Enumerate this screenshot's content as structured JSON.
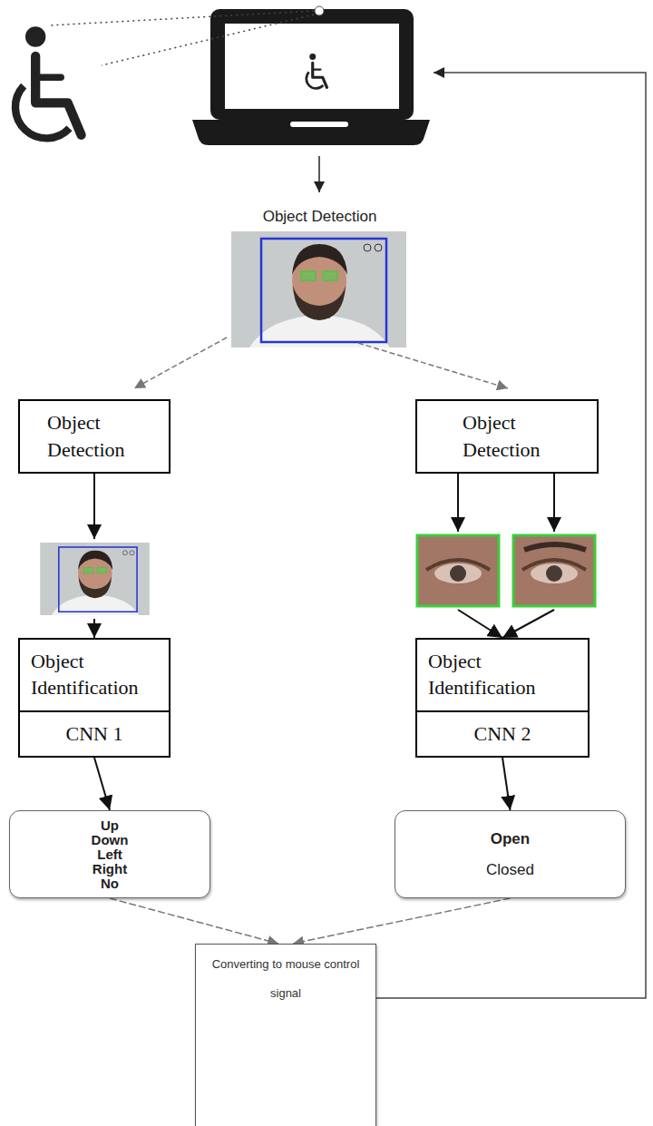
{
  "diagram": {
    "nodes": [
      {
        "text": [
          "Object Detection"
        ]
      },
      {
        "text": [
          "Object Detection"
        ]
      },
      {
        "text": [
          "Object Identification"
        ]
      },
      {
        "text": [
          "CNN 1"
        ]
      },
      {
        "text": [
          "Object Identification"
        ]
      },
      {
        "text": [
          "CNN 2"
        ]
      },
      {
        "text": [
          "Up",
          "Down",
          "Left",
          "Right",
          "No"
        ]
      },
      {
        "text": [
          "Open",
          "Closed"
        ]
      },
      {
        "text": [
          "Converting to mouse control signal"
        ]
      }
    ],
    "edges": [
      {
        "from": 0,
        "to": 2,
        "arrow": "to"
      },
      {
        "from": 1,
        "to": 4,
        "arrow": "to"
      },
      {
        "from": 3,
        "to": 6,
        "arrow": "to"
      },
      {
        "from": 5,
        "to": 7,
        "arrow": "to"
      },
      {
        "from": 6,
        "to": 8,
        "arrow": "to"
      },
      {
        "from": 7,
        "to": 8,
        "arrow": "to"
      }
    ],
    "labels": [
      "Object Detection"
    ]
  }
}
